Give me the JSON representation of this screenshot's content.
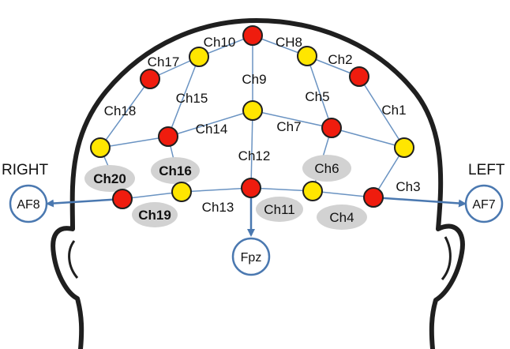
{
  "colors": {
    "source": "#ef1c0e",
    "detector": "#ffe600",
    "link": "#6a93c2",
    "arrow": "#4a78b0",
    "highlight": "#d2d2d2",
    "outline": "#1f1f1f"
  },
  "side_labels": {
    "right": "RIGHT",
    "left": "LEFT"
  },
  "reference_electrodes": [
    {
      "id": "af8",
      "label": "AF8"
    },
    {
      "id": "af7",
      "label": "AF7"
    },
    {
      "id": "fpz",
      "label": "Fpz"
    }
  ],
  "optodes": [
    {
      "id": "s1",
      "kind": "source"
    },
    {
      "id": "s2",
      "kind": "source"
    },
    {
      "id": "s3",
      "kind": "source"
    },
    {
      "id": "s4",
      "kind": "source"
    },
    {
      "id": "s5",
      "kind": "source"
    },
    {
      "id": "s6",
      "kind": "source"
    },
    {
      "id": "s7",
      "kind": "source"
    },
    {
      "id": "s8",
      "kind": "source"
    },
    {
      "id": "d1",
      "kind": "detector"
    },
    {
      "id": "d2",
      "kind": "detector"
    },
    {
      "id": "d3",
      "kind": "detector"
    },
    {
      "id": "d4",
      "kind": "detector"
    },
    {
      "id": "d5",
      "kind": "detector"
    },
    {
      "id": "d6",
      "kind": "detector"
    },
    {
      "id": "d7",
      "kind": "detector"
    }
  ],
  "channels": [
    {
      "id": "ch1",
      "label": "Ch1"
    },
    {
      "id": "ch2",
      "label": "Ch2"
    },
    {
      "id": "ch3",
      "label": "Ch3"
    },
    {
      "id": "ch4",
      "label": "Ch4",
      "highlight": true
    },
    {
      "id": "ch5",
      "label": "Ch5"
    },
    {
      "id": "ch6",
      "label": "Ch6",
      "highlight": true
    },
    {
      "id": "ch7",
      "label": "Ch7"
    },
    {
      "id": "ch8",
      "label": "CH8"
    },
    {
      "id": "ch9",
      "label": "Ch9"
    },
    {
      "id": "ch10",
      "label": "Ch10"
    },
    {
      "id": "ch11",
      "label": "Ch11",
      "highlight": true
    },
    {
      "id": "ch12",
      "label": "Ch12"
    },
    {
      "id": "ch13",
      "label": "Ch13"
    },
    {
      "id": "ch14",
      "label": "Ch14"
    },
    {
      "id": "ch15",
      "label": "Ch15"
    },
    {
      "id": "ch16",
      "label": "Ch16",
      "highlight": true,
      "bold": true
    },
    {
      "id": "ch17",
      "label": "Ch17"
    },
    {
      "id": "ch18",
      "label": "Ch18"
    },
    {
      "id": "ch19",
      "label": "Ch19",
      "highlight": true,
      "bold": true
    },
    {
      "id": "ch20",
      "label": "Ch20",
      "highlight": true,
      "bold": true
    }
  ]
}
